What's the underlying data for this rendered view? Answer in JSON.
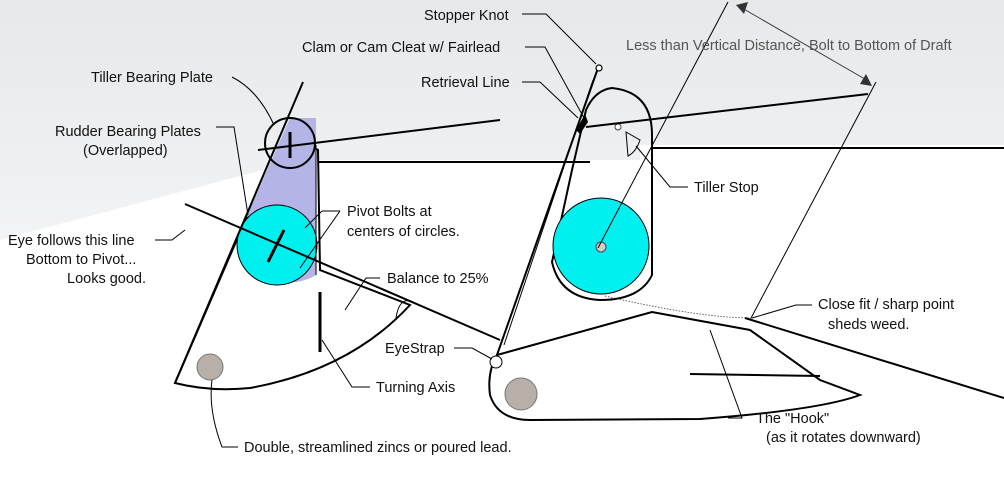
{
  "labels": {
    "stopper_knot": "Stopper Knot",
    "clam_cleat": "Clam or Cam Cleat w/ Fairlead",
    "retrieval_line": "Retrieval Line",
    "vertical_distance": "Less than Vertical Distance, Bolt to Bottom of Draft",
    "tiller_bearing_plate": "Tiller Bearing Plate",
    "rudder_bearing_plates_1": "Rudder Bearing Plates",
    "rudder_bearing_plates_2": "(Overlapped)",
    "pivot_bolts_1": "Pivot Bolts at",
    "pivot_bolts_2": "centers of circles.",
    "eye_follows_1": "Eye follows this line",
    "eye_follows_2": "Bottom to Pivot...",
    "eye_follows_3": "Looks good.",
    "balance": "Balance to 25%",
    "tiller_stop": "Tiller Stop",
    "close_fit_1": "Close fit / sharp point",
    "close_fit_2": "sheds weed.",
    "eyestrap": "EyeStrap",
    "turning_axis": "Turning Axis",
    "hook_1": "The \"Hook\"",
    "hook_2": "(as it rotates downward)",
    "zincs": "Double, streamlined zincs or poured lead."
  },
  "colors": {
    "bearing_plate": "#b4b4e6",
    "rudder_plate": "#00f0f0",
    "zinc": "#b8b0a8",
    "sky_top": "#e4e6e8",
    "hull": "#ffffff"
  }
}
